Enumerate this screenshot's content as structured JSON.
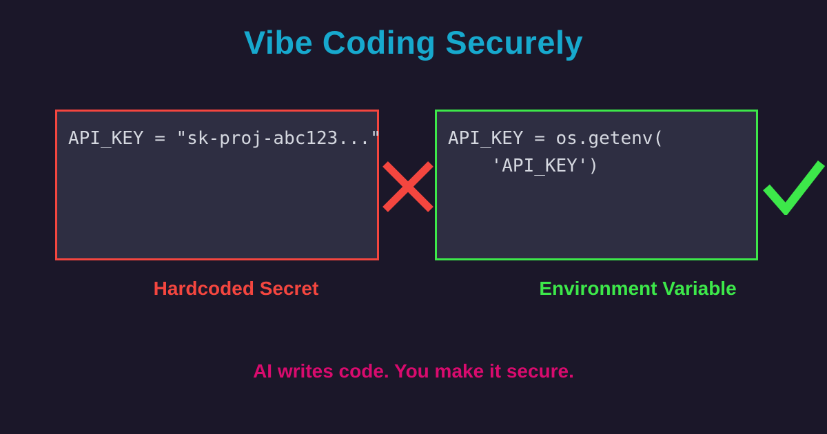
{
  "page": {
    "background_color": "#1b1729",
    "title": "Vibe Coding Securely",
    "title_color": "#17a9ce",
    "tagline": "AI writes code. You make it secure.",
    "tagline_color": "#d90b6e"
  },
  "panels": {
    "bad": {
      "code": "API_KEY = \"sk-proj-abc123...\"",
      "caption": "Hardcoded Secret",
      "border_color": "#f4463f",
      "fill_color": "#2e2e42",
      "code_color": "#d5d8e0",
      "mark_icon": "cross-mark-icon",
      "mark_color": "#f4463f"
    },
    "good": {
      "code": "API_KEY = os.getenv(\n    'API_KEY')",
      "caption": "Environment Variable",
      "border_color": "#3de84a",
      "fill_color": "#2e2e42",
      "code_color": "#d5d8e0",
      "mark_icon": "check-mark-icon",
      "mark_color": "#3de84a"
    }
  }
}
